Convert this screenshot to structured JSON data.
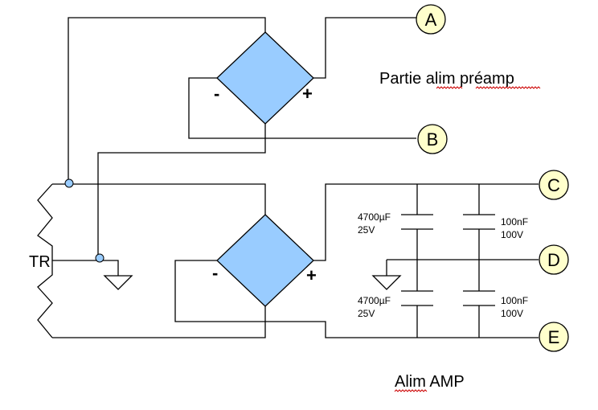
{
  "title_preamp": "Partie alim préamp",
  "title_amp": "Alim AMP",
  "transformer_label": "TR",
  "nodes": [
    "A",
    "B",
    "C",
    "D",
    "E"
  ],
  "bridge_top": {
    "minus": "-",
    "plus": "+"
  },
  "bridge_bottom": {
    "minus": "-",
    "plus": "+"
  },
  "caps": {
    "upper_left": {
      "value": "4700µF",
      "voltage": "25V"
    },
    "upper_right": {
      "value": "100nF",
      "voltage": "100V"
    },
    "lower_left": {
      "value": "4700µF",
      "voltage": "25V"
    },
    "lower_right": {
      "value": "100nF",
      "voltage": "100V"
    }
  },
  "colors": {
    "bridge_fill": "#99ccff",
    "node_fill": "#ffffcc",
    "junction_fill": "#99ccff",
    "wire": "#000000"
  }
}
